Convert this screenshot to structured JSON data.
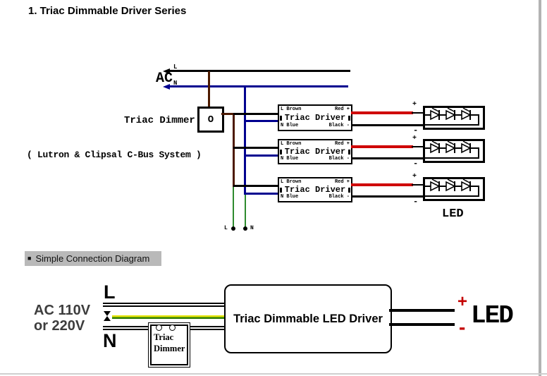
{
  "title": "1. Triac Dimmable Driver Series",
  "section_header": {
    "bullet": "■",
    "label": "Simple Connection Diagram"
  },
  "diagram1": {
    "ac_label": "AC",
    "line_l_label": "L",
    "line_n_label": "N",
    "dimmer_label": "Triac Dimmer",
    "dimmer_symbol": "O",
    "system_note": "( Lutron & Clipsal C-Bus System )",
    "driver": {
      "name": "Triac Driver",
      "input_top": "L Brown",
      "input_bottom": "N Blue",
      "output_top": "Red +",
      "output_bottom": "Black -"
    },
    "wire_plus": "+",
    "wire_minus": "-",
    "led_label": "LED",
    "tail_l_label": "L",
    "tail_n_label": "N"
  },
  "diagram2": {
    "source_label_line1": "AC 110V",
    "source_label_line2": "or 220V",
    "l_label": "L",
    "n_label": "N",
    "dimmer_label_line1": "Triac",
    "dimmer_label_line2": "Dimmer",
    "driver_label": "Triac Dimmable LED Driver",
    "plus": "+",
    "minus": "-",
    "led_label": "LED"
  },
  "colors": {
    "line_black": "#000000",
    "line_blue": "#00008f",
    "wire_brown": "#4d1a00",
    "wire_red": "#cf0000",
    "wire_green": "#2e8b2e",
    "earth_yellow": "#e3e300",
    "earth_green": "#2e7d00",
    "accent_red": "#c40000",
    "header_bg": "#b9b9b9"
  }
}
